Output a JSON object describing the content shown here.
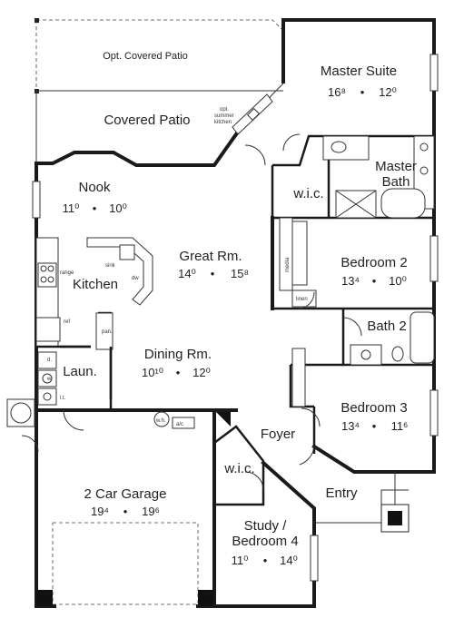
{
  "rooms": {
    "opt_patio": {
      "name": "Opt. Covered Patio"
    },
    "covered_patio": {
      "name": "Covered Patio"
    },
    "master_suite": {
      "name": "Master Suite",
      "dim_a": "16⁸",
      "dim_b": "12⁰"
    },
    "master_bath": {
      "name_line1": "Master",
      "name_line2": "Bath"
    },
    "wic_master": {
      "name": "w.i.c."
    },
    "nook": {
      "name": "Nook",
      "dim_a": "11⁰",
      "dim_b": "10⁰"
    },
    "great_room": {
      "name": "Great Rm.",
      "dim_a": "14⁰",
      "dim_b": "15⁸"
    },
    "kitchen": {
      "name": "Kitchen"
    },
    "bedroom2": {
      "name": "Bedroom 2",
      "dim_a": "13⁴",
      "dim_b": "10⁰"
    },
    "bath2": {
      "name": "Bath 2"
    },
    "dining": {
      "name": "Dining Rm.",
      "dim_a": "10¹⁰",
      "dim_b": "12⁰"
    },
    "laundry": {
      "name": "Laun."
    },
    "bedroom3": {
      "name": "Bedroom 3",
      "dim_a": "13⁴",
      "dim_b": "11⁶"
    },
    "foyer": {
      "name": "Foyer"
    },
    "wic_study": {
      "name": "w.i.c."
    },
    "garage": {
      "name": "2 Car Garage",
      "dim_a": "19⁴",
      "dim_b": "19⁶"
    },
    "entry": {
      "name": "Entry"
    },
    "study": {
      "name_line1": "Study /",
      "name_line2": "Bedroom 4",
      "dim_a": "11⁰",
      "dim_b": "14⁰"
    }
  },
  "separator": "•",
  "fixtures": {
    "summer_kitchen": [
      "opt.",
      "summer",
      "kitchen"
    ],
    "sink": "sink",
    "dw": "dw",
    "range": "range",
    "ref": "ref",
    "pan": "pan.",
    "media": "media",
    "linen": "linen",
    "wh": "w.h.",
    "ac": "a/c",
    "d": "d.",
    "w": "w.",
    "lt": "l.t."
  }
}
